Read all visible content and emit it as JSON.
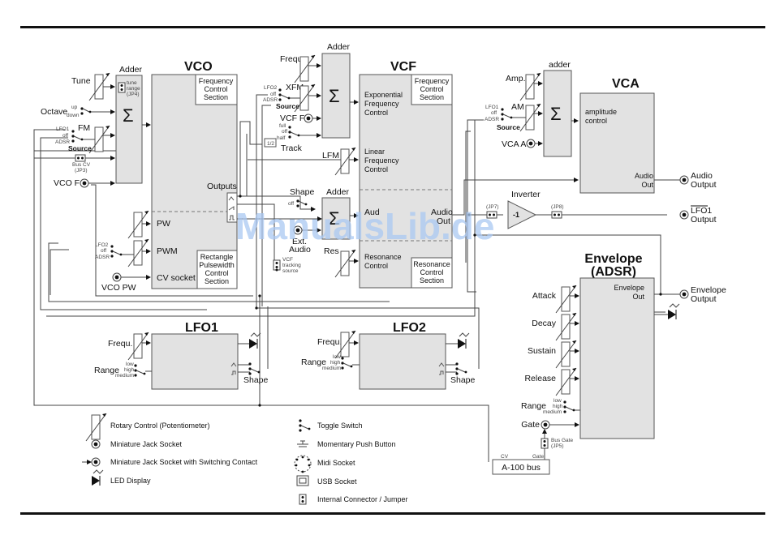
{
  "watermark": "ManualsLib.de",
  "vco": {
    "title": "VCO",
    "adder_label": "Adder",
    "freq_section": [
      "Frequency",
      "Control",
      "Section"
    ],
    "tune": "Tune",
    "tune_range_jumper": [
      "tune",
      "range",
      "(JP4)"
    ],
    "octave": "Octave",
    "octave_options": [
      "up",
      "down"
    ],
    "fm": "FM",
    "fm_source_options": [
      "LFO1",
      "off",
      "ADSR"
    ],
    "source": "Source",
    "bus_cv": [
      "Bus CV",
      "(JP3)"
    ],
    "vco_f": "VCO F",
    "outputs": "Outputs",
    "pw": "PW",
    "pwm": "PWM",
    "pwm_source_options": [
      "LFO2",
      "off",
      "ADSR"
    ],
    "cv_socket": "CV socket",
    "vco_pw": "VCO PW",
    "rect_section": [
      "Rectangle",
      "Pulsewidth",
      "Control",
      "Section"
    ]
  },
  "vcf": {
    "title": "VCF",
    "adder_label": "Adder",
    "frequ": "Frequ.",
    "xfm": "XFM",
    "xfm_source_options": [
      "LFO2",
      "off",
      "ADSR"
    ],
    "source": "Source",
    "vcf_f": "VCF F",
    "track_options": [
      "full",
      "off",
      "half"
    ],
    "half_box": "1/2",
    "track": "Track",
    "lfm": "LFM",
    "exp_freq": [
      "Exponential",
      "Frequency",
      "Control"
    ],
    "lin_freq": [
      "Linear",
      "Frequency",
      "Control"
    ],
    "freq_section": [
      "Frequency",
      "Control",
      "Section"
    ],
    "shape": "Shape",
    "shape_option": "off",
    "audio_adder_label": "Adder",
    "aud_in": "Aud",
    "audio_out": [
      "Audio",
      "Out"
    ],
    "ext_audio": [
      "Ext.",
      "Audio"
    ],
    "res": "Res",
    "res_control": [
      "Resonance",
      "Control"
    ],
    "res_section": [
      "Resonance",
      "Control",
      "Section"
    ],
    "tracking_source": [
      "VCF",
      "tracking",
      "source"
    ]
  },
  "vca": {
    "title": "VCA",
    "adder_label": "adder",
    "amp": "Amp.",
    "am": "AM",
    "am_source_options": [
      "LFO1",
      "off",
      "ADSR"
    ],
    "source": "Source",
    "vca_a": "VCA A",
    "amplitude": [
      "amplitude",
      "control"
    ],
    "audio_out": [
      "Audio",
      "Out"
    ],
    "audio_output": [
      "Audio",
      "Output"
    ]
  },
  "inverter": {
    "label": "Inverter",
    "gain": "-1",
    "jp7": "(JP7)",
    "jp8": "(JP8)",
    "lfo1_output": [
      "LFO1",
      "Output"
    ]
  },
  "envelope": {
    "title": [
      "Envelope",
      "(ADSR)"
    ],
    "out": [
      "Envelope",
      "Out"
    ],
    "output": [
      "Envelope",
      "Output"
    ],
    "attack": "Attack",
    "decay": "Decay",
    "sustain": "Sustain",
    "release": "Release",
    "range": "Range",
    "range_options": [
      "low",
      "high",
      "medium"
    ],
    "gate": "Gate",
    "bus_gate": [
      "Bus Gate",
      "(JP5)"
    ]
  },
  "lfo1": {
    "title": "LFO1",
    "frequ": "Frequ.",
    "range": "Range",
    "range_options": [
      "low",
      "high",
      "medium"
    ],
    "shape": "Shape"
  },
  "lfo2": {
    "title": "LFO2",
    "frequ": "Frequ.",
    "range": "Range",
    "range_options": [
      "low",
      "high",
      "medium"
    ],
    "shape": "Shape"
  },
  "bus": {
    "label": "A-100 bus",
    "cv": "CV",
    "gate": "Gate"
  },
  "legend": {
    "left": [
      {
        "icon": "potentiometer-icon",
        "label": "Rotary Control (Potentiometer)"
      },
      {
        "icon": "jack-socket-icon",
        "label": "Miniature Jack Socket"
      },
      {
        "icon": "switched-jack-socket-icon",
        "label": "Miniature Jack Socket with Switching Contact"
      },
      {
        "icon": "led-icon",
        "label": "LED Display"
      }
    ],
    "right": [
      {
        "icon": "toggle-switch-icon",
        "label": "Toggle Switch"
      },
      {
        "icon": "push-button-icon",
        "label": "Momentary Push Button"
      },
      {
        "icon": "midi-socket-icon",
        "label": "Midi Socket"
      },
      {
        "icon": "usb-socket-icon",
        "label": "USB Socket"
      },
      {
        "icon": "jumper-icon",
        "label": "Internal Connector / Jumper"
      }
    ]
  }
}
